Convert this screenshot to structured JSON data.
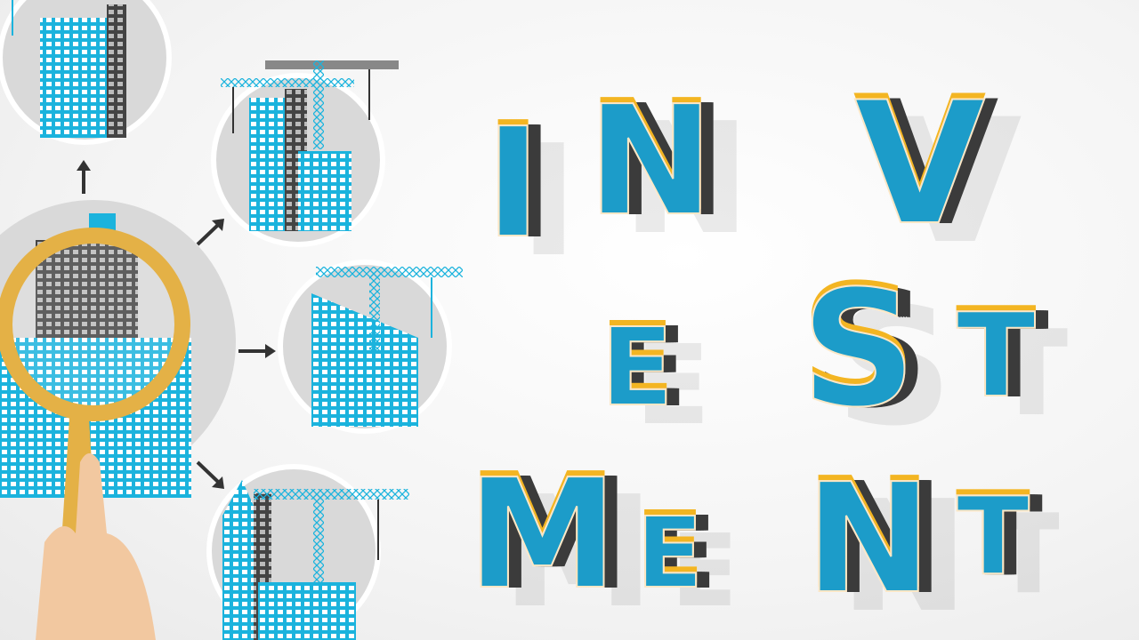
{
  "title": "INVESTMENT",
  "letters": [
    {
      "char": "I"
    },
    {
      "char": "N"
    },
    {
      "char": "V"
    },
    {
      "char": "E"
    },
    {
      "char": "S"
    },
    {
      "char": "T"
    },
    {
      "char": "M"
    },
    {
      "char": "E"
    },
    {
      "char": "N"
    },
    {
      "char": "T"
    }
  ],
  "colors": {
    "blue": "#1a9cc9",
    "dark": "#3a3a3a",
    "yellow": "#f3b521",
    "cream": "#fbe7c6",
    "gold_ring": "#e4b146",
    "circle_bg": "#d9d9d9",
    "skin": "#f2c8a0"
  }
}
